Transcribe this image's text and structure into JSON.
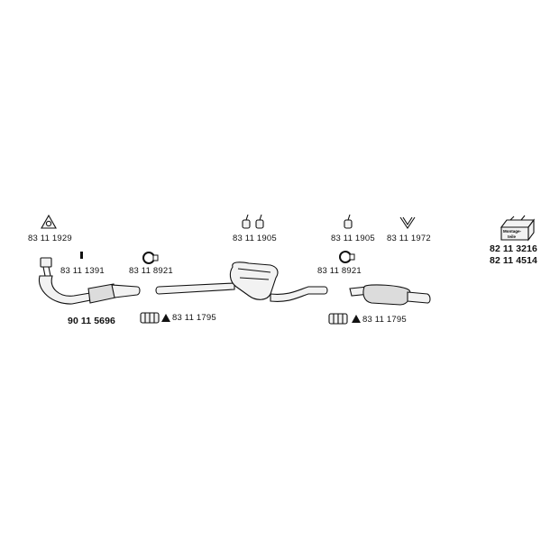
{
  "parts": {
    "gasket_top_left": "83 11 1929",
    "bolt": "83 11 1391",
    "clamp_left": "83 11 8921",
    "front_pipe": "90 11 5696",
    "connector_left": "83 11 1795",
    "hangers_mid": "83 11 1905",
    "hanger_right": "83 11 1905",
    "strap_right": "83 11 1972",
    "clamp_right": "83 11 8921",
    "connector_right": "83 11 1795",
    "kit_1": "82 11 3216",
    "kit_2": "82 11 4514"
  },
  "kit_box": {
    "line1": "Montage-",
    "line2": "teile"
  },
  "colors": {
    "stroke": "#111111",
    "part_fill": "#f2f2f2"
  }
}
